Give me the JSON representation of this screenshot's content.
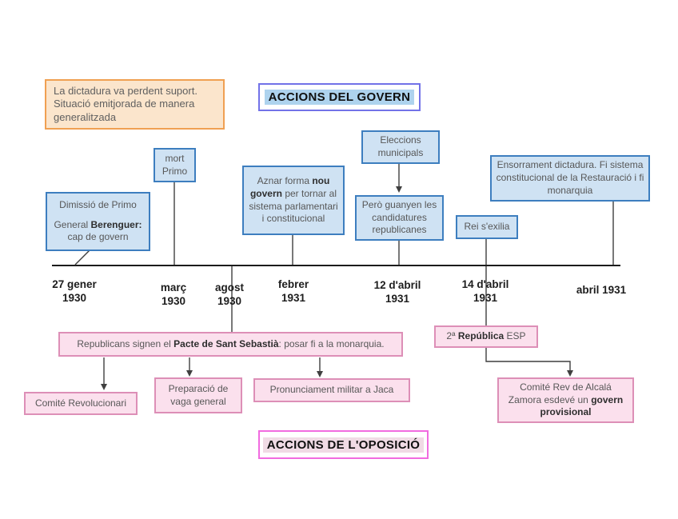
{
  "colors": {
    "blue_fill": "#cfe2f3",
    "blue_border": "#3d7ebf",
    "orange_fill": "#fbe5cc",
    "orange_border": "#f0a052",
    "pink_fill": "#fbe0ed",
    "pink_border": "#dd8fb7",
    "govern_title_border": "#7272e8",
    "govern_title_highlight": "#aed3ee",
    "oposicio_title_border": "#f16be0",
    "oposicio_title_highlight": "#f0dbe5",
    "connector": "#3f3f3f"
  },
  "note": "La dictadura va perdent suport. Situació emitjorada de manera generalitzada",
  "titles": {
    "govern": "ACCIONS DEL GOVERN",
    "oposicio": "ACCIONS DE L'OPOSICIÓ"
  },
  "govern": {
    "dimissio": {
      "line1": "Dimissió de Primo",
      "pre": "General ",
      "bold": "Berenguer:",
      "post": " cap de govern"
    },
    "mort_primo": "mort Primo",
    "aznar": {
      "pre": "Aznar forma ",
      "bold": "nou govern",
      "post": " per tornar al sistema parlamentari i constitucional"
    },
    "eleccions": "Eleccions municipals",
    "pero_guanyen": "Però guanyen les candidatures republicanes",
    "rei_exilia": "Rei s'exilia",
    "ensorrament": "Ensorrament dictadura. Fi sistema constitucional de la Restauració i fi monarquia"
  },
  "timeline": {
    "dates": [
      {
        "text": "27 gener\n1930"
      },
      {
        "text": "març\n1930"
      },
      {
        "text": "agost\n1930"
      },
      {
        "text": "febrer\n1931"
      },
      {
        "text": "12 d'abril\n1931"
      },
      {
        "text": "14 d'abril\n1931"
      },
      {
        "text": "abril 1931"
      }
    ]
  },
  "oposicio": {
    "republicans": {
      "pre": "Republicans signen el ",
      "bold": "Pacte de Sant Sebastià",
      "post": ": posar fi a la monarquia."
    },
    "republica": {
      "pre": "2ª ",
      "bold": "República",
      "post": " ESP"
    },
    "comite_revolucionari": "Comité Revolucionari",
    "preparacio": "Preparació de vaga general",
    "pronunciament": "Pronunciament militar a Jaca",
    "comite_alcala": {
      "pre": "Comité Rev de Alcalá Zamora esdevé un ",
      "bold": "govern provisional",
      "post": ""
    }
  }
}
